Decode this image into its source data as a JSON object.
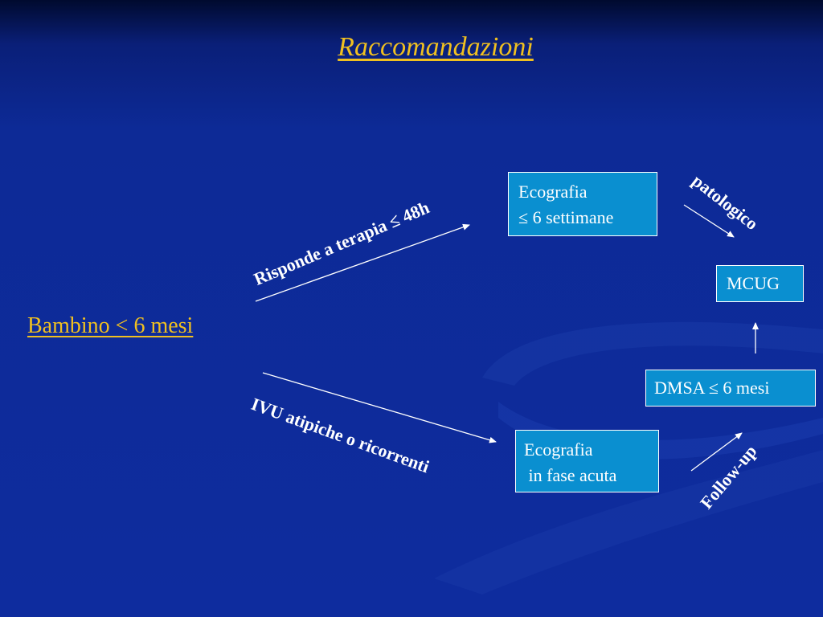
{
  "slide": {
    "title": "Raccomandazioni",
    "start": "Bambino < 6 mesi"
  },
  "nodes": {
    "eco_6w": {
      "line1": "Ecografia",
      "line2": "≤ 6 settimane"
    },
    "mcug": {
      "label": "MCUG"
    },
    "dmsa": {
      "label": "DMSA ≤ 6 mesi"
    },
    "eco_acute": {
      "line1": "Ecografia",
      "line2": " in fase acuta"
    }
  },
  "edges": {
    "responds": "Risponde a terapia ≤ 48h",
    "atypical": "IVU atipiche o ricorrenti",
    "pathologic": "patologico",
    "followup": "Follow-up"
  },
  "colors": {
    "background": "#0e2c9e",
    "accent_text": "#f0c020",
    "box_fill": "#0a8fd0",
    "box_border": "#ffffff",
    "arrow": "#ffffff"
  }
}
